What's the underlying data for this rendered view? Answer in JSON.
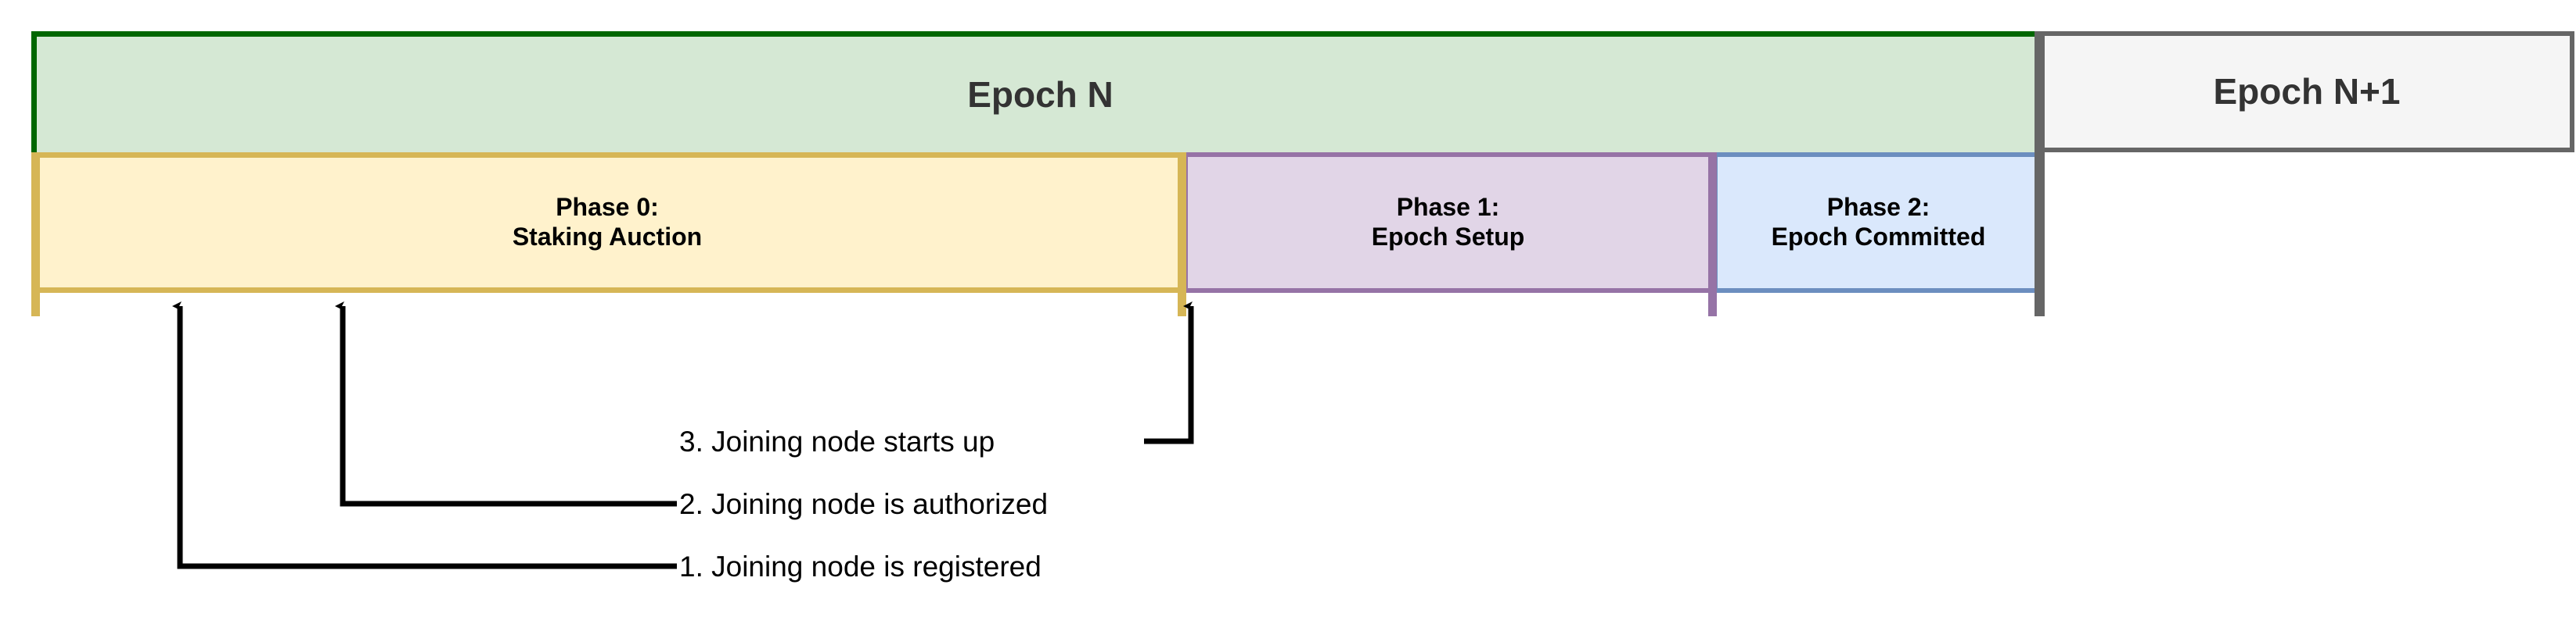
{
  "diagram": {
    "title": "Epoch phase timeline with joining-node events",
    "timeline": {
      "epochs": [
        {
          "label": "Epoch N",
          "fill": "#d5e8d4",
          "stroke": "#006600"
        },
        {
          "label": "Epoch N+1",
          "fill": "#f5f5f5",
          "stroke": "#666666"
        }
      ],
      "phases": [
        {
          "index": "0",
          "title": "Phase 0:",
          "name": "Staking Auction",
          "label": "Phase 0:\nStaking Auction",
          "fill": "#fff2cc",
          "stroke": "#d6b656"
        },
        {
          "index": "1",
          "title": "Phase 1:",
          "name": "Epoch Setup",
          "label": "Phase 1:\nEpoch Setup",
          "fill": "#e1d5e7",
          "stroke": "#9673a6"
        },
        {
          "index": "2",
          "title": "Phase 2:",
          "name": "Epoch Committed",
          "label": "Phase 2:\nEpoch Committed",
          "fill": "#dae8fc",
          "stroke": "#6c8ebf"
        }
      ]
    },
    "annotations": [
      {
        "number": "1.",
        "text": "1. Joining node is registered"
      },
      {
        "number": "2.",
        "text": "2. Joining node is authorized"
      },
      {
        "number": "3.",
        "text": "3. Joining node starts up"
      }
    ],
    "colors": {
      "leader_line": "#000000",
      "text_epoch": "#333333",
      "text_phase": "#000000",
      "background": "#ffffff"
    }
  }
}
